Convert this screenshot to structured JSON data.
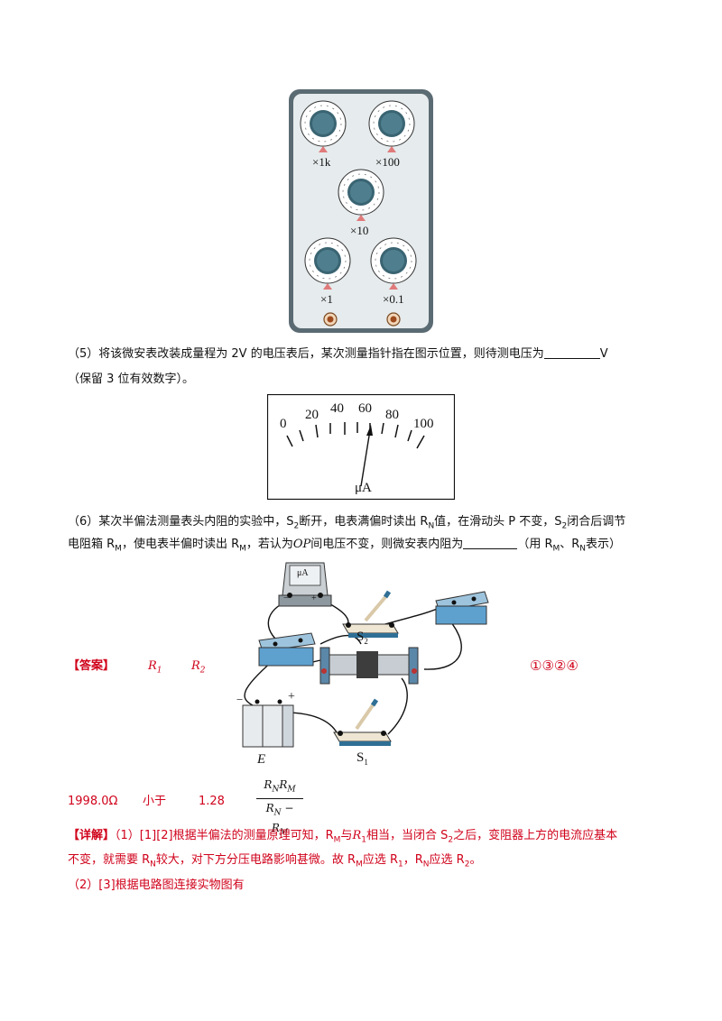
{
  "resistance_box": {
    "knob_labels": [
      "×1k",
      "×100",
      "×10",
      "×1",
      "×0.1"
    ]
  },
  "q5": {
    "text_a": "（5）将该微安表改装成量程为 2V 的电压表后，某次测量指针指在图示位置，则待测电压为",
    "unit": "V",
    "text_b": "（保留 3 位有效数字）。"
  },
  "meter": {
    "scale_labels": [
      "0",
      "20",
      "40",
      "60",
      "80",
      "100"
    ],
    "unit": "μA"
  },
  "q6": {
    "line1_a": "（6）某次半偏法测量表头内阻的实验中，S",
    "line1_b": "断开，电表满偏时读出 R",
    "line1_c": "值，在滑动头 P 不变，S",
    "line1_d": "闭合后调节",
    "line2_a": "电阻箱 R",
    "line2_b": "，使电表半偏时读出 R",
    "line2_c": "，若认为",
    "line2_op": "OP",
    "line2_d": "间电压不变，则微安表内阻为",
    "line2_e": "（用 R",
    "line2_f": "、R",
    "line2_g": "表示）",
    "sub_2": "2",
    "sub_N": "N",
    "sub_M": "M"
  },
  "circuit": {
    "meter_label": "μA",
    "minus": "−",
    "plus": "+",
    "s2_label": "S",
    "s2_sub": "2",
    "s1_label": "S",
    "s1_sub": "1",
    "e_label": "E",
    "batt_minus": "−",
    "batt_plus": "+"
  },
  "answer": {
    "tag": "【答案】",
    "r": "R",
    "r1_sub": "1",
    "r2_sub": "2",
    "order": "①③②④",
    "v1": "1998.0Ω",
    "v2": "小于",
    "v3": "1.28",
    "frac_num_a": "R",
    "frac_num_sub1": "N",
    "frac_num_b": "R",
    "frac_num_sub2": "M",
    "frac_den_a": "R",
    "frac_den_sub1": "N",
    "frac_den_minus": " − ",
    "frac_den_b": "R",
    "frac_den_sub2": "M"
  },
  "explain": {
    "tag": "【详解】",
    "p1_a": "（1）[1][2]根据半偏法的测量原理可知，R",
    "p1_b": "与",
    "p1_c": "相当，当闭合 S",
    "p1_d": "之后，变阻器上方的电流应基本",
    "p2_a": "不变，就需要 R",
    "p2_b": "较大，对下方分压电路影响甚微。故 R",
    "p2_c": "应选 R",
    "p2_d": "，R",
    "p2_e": "应选 R",
    "p2_f": "。",
    "r_italic": "R",
    "sub_M": "M",
    "sub_1": "1",
    "sub_N": "N",
    "sub_2": "2",
    "p3": "（2）[3]根据电路图连接实物图有"
  }
}
